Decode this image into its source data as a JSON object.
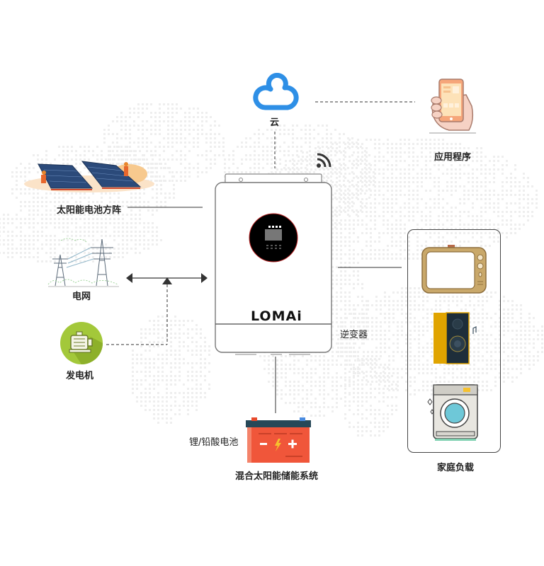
{
  "diagram": {
    "title": "混合太阳能储能系统",
    "brand": "LOMAi",
    "nodes": {
      "cloud": {
        "label": "云",
        "icon": "cloud-icon"
      },
      "app": {
        "label": "应用程序",
        "icon": "phone-hand-icon"
      },
      "solar": {
        "label": "太阳能电池方阵",
        "icon": "solar-panel-icon"
      },
      "grid": {
        "label": "电网",
        "icon": "power-tower-icon"
      },
      "generator": {
        "label": "发电机",
        "icon": "generator-icon"
      },
      "inverter": {
        "label": "逆变器",
        "icon": "inverter-icon"
      },
      "battery": {
        "label": "锂/铅酸电池",
        "icon": "battery-icon"
      },
      "loads": {
        "label": "家庭负载",
        "icons": [
          "tv-icon",
          "speaker-icon",
          "washing-machine-icon"
        ]
      }
    },
    "colors": {
      "cloud_blue": "#2e8fe6",
      "battery_red": "#f0563a",
      "generator_green": "#a3c83a",
      "tv_gold": "#c9a86a",
      "speaker_yellow": "#e0a400",
      "line": "#333333"
    }
  }
}
